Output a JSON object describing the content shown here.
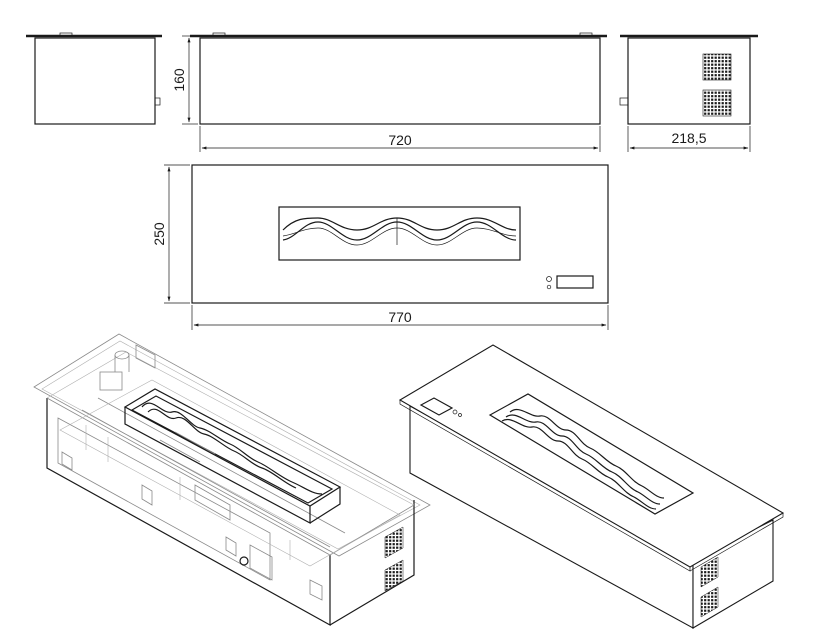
{
  "dimensions": {
    "height": "160",
    "length_body": "720",
    "depth": "218,5",
    "width": "250",
    "length_top": "770"
  },
  "colors": {
    "line": "#1a1a1a",
    "ghost_line": "#8a8a8a",
    "background": "#ffffff"
  }
}
